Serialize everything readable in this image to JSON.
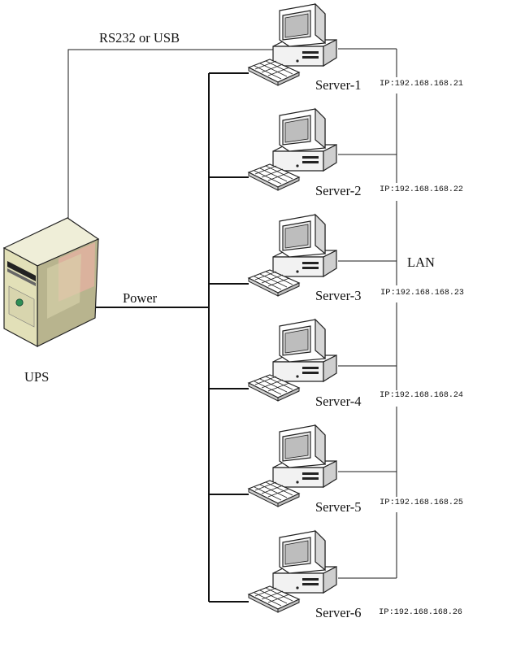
{
  "labels": {
    "serial": "RS232 or USB",
    "power": "Power",
    "ups": "UPS",
    "lan": "LAN"
  },
  "ip_prefix": "IP:",
  "servers": [
    {
      "name": "Server-1",
      "ip": "192.168.168.21"
    },
    {
      "name": "Server-2",
      "ip": "192.168.168.22"
    },
    {
      "name": "Server-3",
      "ip": "192.168.168.23"
    },
    {
      "name": "Server-4",
      "ip": "192.168.168.24"
    },
    {
      "name": "Server-5",
      "ip": "192.168.168.25"
    },
    {
      "name": "Server-6",
      "ip": "192.168.168.26"
    }
  ],
  "colors": {
    "line": "#1a1a1a",
    "ups_front": "#e2e0b8",
    "ups_side": "#b8b48e",
    "ups_top": "#efeed8",
    "ups_accent": "#e7b2a2",
    "computer_body": "#f4f4f4",
    "computer_shade": "#c8c8c8"
  }
}
